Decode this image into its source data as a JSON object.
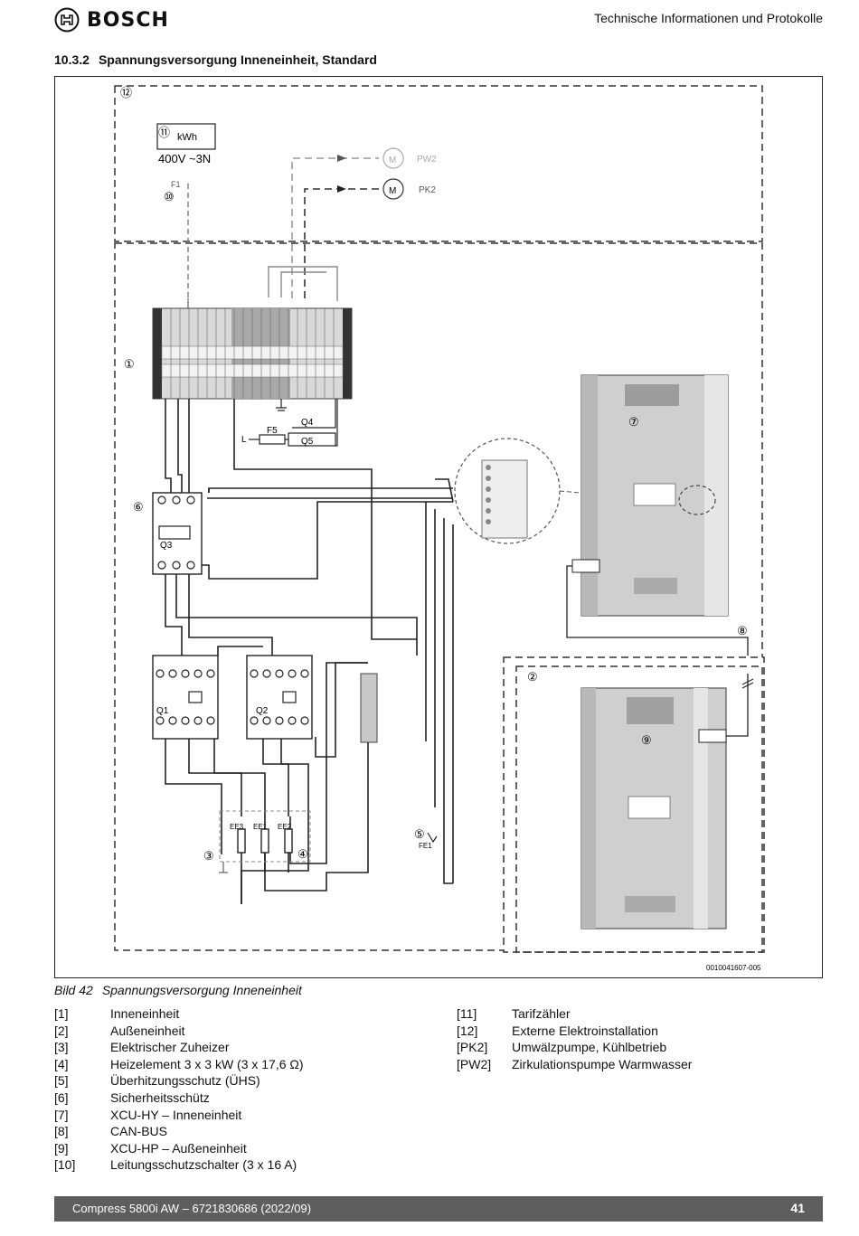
{
  "header": {
    "brand": "BOSCH",
    "title": "Technische Informationen und Protokolle"
  },
  "section": {
    "number": "10.3.2",
    "title": "Spannungsversorgung Inneneinheit, Standard"
  },
  "diagram": {
    "meter_unit": "kWh",
    "supply": "400V ~3N",
    "f1": "F1",
    "f5": "F5",
    "l": "L",
    "q1": "Q1",
    "q2": "Q2",
    "q3": "Q3",
    "q4": "Q4",
    "q5": "Q5",
    "pw2": "PW2",
    "pk2": "PK2",
    "motor": "M",
    "ee3": "EE3",
    "ee1": "EE1",
    "ee2": "EE2",
    "fe1": "FE1",
    "figure_id": "0010041607-005",
    "callouts": [
      "①",
      "②",
      "③",
      "④",
      "⑤",
      "⑥",
      "⑦",
      "⑧",
      "⑨",
      "⑩",
      "⑪",
      "⑫"
    ]
  },
  "caption": {
    "label": "Bild 42",
    "text": "Spannungsversorgung Inneneinheit"
  },
  "legend_left": [
    {
      "key": "[1]",
      "text": "Inneneinheit"
    },
    {
      "key": "[2]",
      "text": "Außeneinheit"
    },
    {
      "key": "[3]",
      "text": "Elektrischer Zuheizer"
    },
    {
      "key": "[4]",
      "text": "Heizelement 3 x 3 kW (3 x 17,6 Ω)"
    },
    {
      "key": "[5]",
      "text": "Überhitzungsschutz (ÜHS)"
    },
    {
      "key": "[6]",
      "text": "Sicherheitsschütz"
    },
    {
      "key": "[7]",
      "text": "XCU-HY – Inneneinheit"
    },
    {
      "key": "[8]",
      "text": "CAN-BUS"
    },
    {
      "key": "[9]",
      "text": "XCU-HP – Außeneinheit"
    },
    {
      "key": "[10]",
      "text": "Leitungsschutzschalter (3 x 16 A)"
    }
  ],
  "legend_right": [
    {
      "key": "[11]",
      "text": "Tarifzähler"
    },
    {
      "key": "[12]",
      "text": "Externe Elektroinstallation"
    },
    {
      "key": "[PK2]",
      "text": "Umwälzpumpe, Kühlbetrieb"
    },
    {
      "key": "[PW2]",
      "text": "Zirkulationspumpe Warmwasser"
    }
  ],
  "footer": {
    "doc": "Compress 5800i AW – 6721830686 (2022/09)",
    "page": "41"
  }
}
